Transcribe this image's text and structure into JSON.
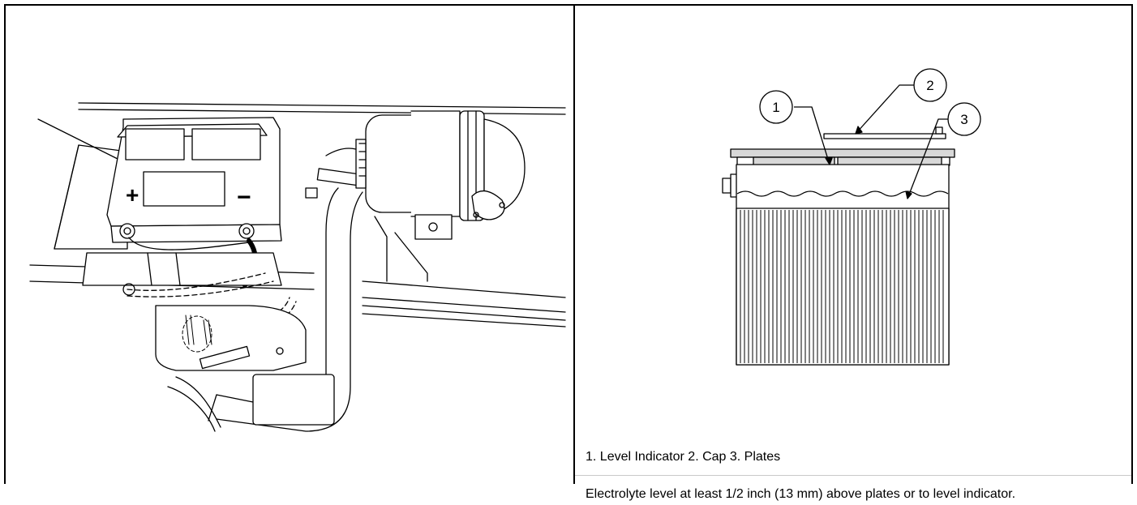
{
  "figure_left": {
    "battery_plus": "+",
    "battery_minus": "−"
  },
  "figure_right": {
    "callouts": [
      "1",
      "2",
      "3"
    ]
  },
  "caption": "1. Level Indicator 2. Cap 3. Plates",
  "note": "Electrolyte level at least 1/2 inch (13 mm) above plates or to level indicator."
}
